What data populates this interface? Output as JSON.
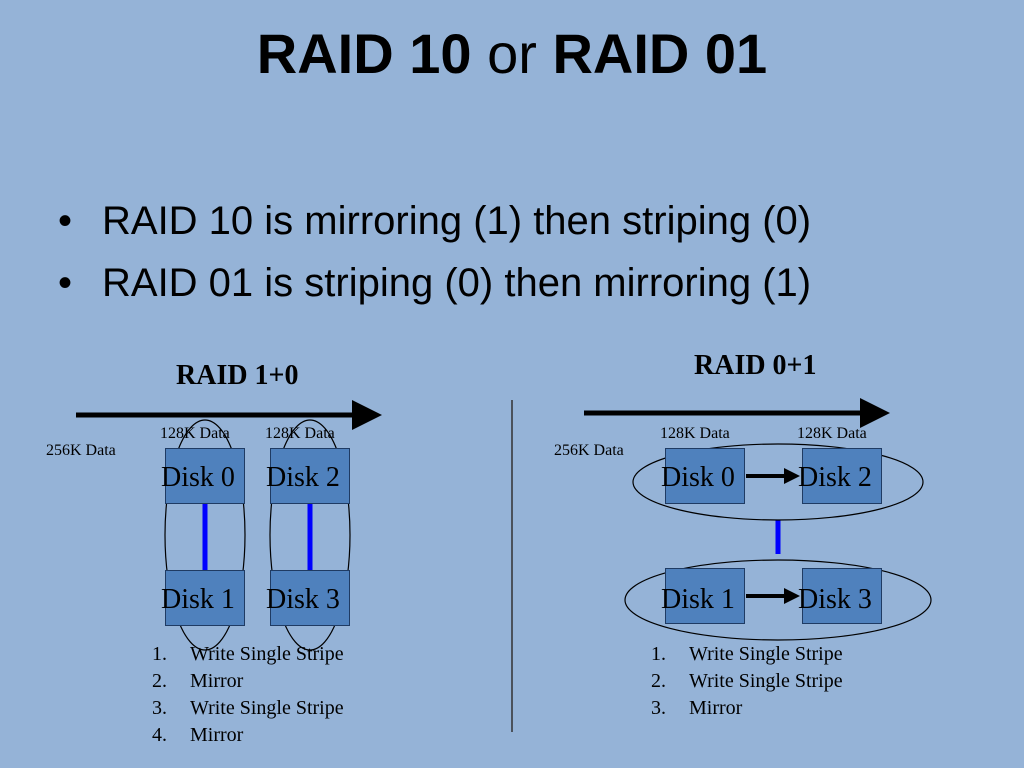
{
  "title": {
    "part1": "RAID 10",
    "joiner": "or",
    "part2": "RAID 01"
  },
  "bullets": [
    "RAID 10 is mirroring (1) then striping (0)",
    "RAID 01 is striping (0) then mirroring (1)"
  ],
  "left_diagram": {
    "title": "RAID 1+0",
    "data_label": "256K Data",
    "chunk_labels": [
      "128K Data",
      "128K Data"
    ],
    "disks": [
      "Disk 0",
      "Disk 2",
      "Disk 1",
      "Disk 3"
    ],
    "steps": [
      {
        "num": "1.",
        "text": "Write Single Stripe"
      },
      {
        "num": "2.",
        "text": "Mirror"
      },
      {
        "num": "3.",
        "text": "Write Single Stripe"
      },
      {
        "num": "4.",
        "text": "Mirror"
      }
    ]
  },
  "right_diagram": {
    "title": "RAID 0+1",
    "data_label": "256K Data",
    "chunk_labels": [
      "128K Data",
      "128K Data"
    ],
    "disks": [
      "Disk 0",
      "Disk 2",
      "Disk 1",
      "Disk 3"
    ],
    "steps": [
      {
        "num": "1.",
        "text": "Write Single Stripe"
      },
      {
        "num": "2.",
        "text": "Write Single Stripe"
      },
      {
        "num": "3.",
        "text": "Mirror"
      }
    ]
  },
  "colors": {
    "background": "#95b3d7",
    "disk_fill": "#4f81bd",
    "mirror_link": "#0000ff",
    "arrow": "#000000"
  }
}
